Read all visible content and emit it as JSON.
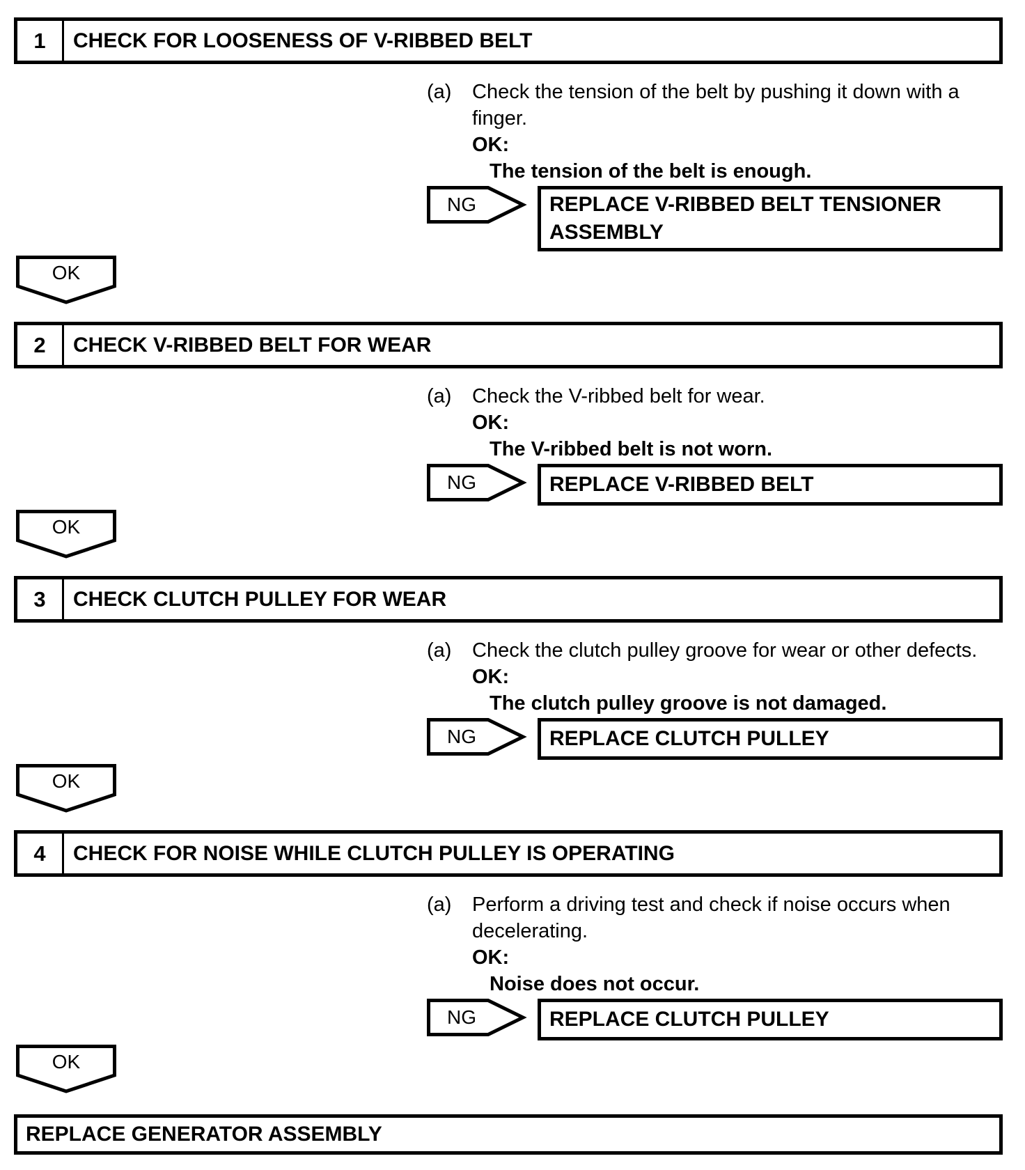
{
  "colors": {
    "ink": "#000000",
    "paper": "#ffffff"
  },
  "steps": [
    {
      "number": "1",
      "title": "CHECK FOR LOOSENESS OF V-RIBBED BELT",
      "item_label": "(a)",
      "instruction_lines": [
        "Check the tension of the belt by pushing it down with a",
        "finger."
      ],
      "ok_label": "OK:",
      "ok_condition": "The tension of the belt is enough.",
      "ng_label": "NG",
      "action_lines": [
        "REPLACE V-RIBBED BELT TENSIONER",
        "ASSEMBLY"
      ],
      "connector_label": "OK"
    },
    {
      "number": "2",
      "title": "CHECK V-RIBBED BELT FOR WEAR",
      "item_label": "(a)",
      "instruction_lines": [
        "Check the V-ribbed belt for wear."
      ],
      "ok_label": "OK:",
      "ok_condition": "The V-ribbed belt is not worn.",
      "ng_label": "NG",
      "action_lines": [
        "REPLACE V-RIBBED BELT"
      ],
      "connector_label": "OK"
    },
    {
      "number": "3",
      "title": "CHECK CLUTCH PULLEY FOR WEAR",
      "item_label": "(a)",
      "instruction_lines": [
        "Check the clutch pulley groove for wear or other defects."
      ],
      "ok_label": "OK:",
      "ok_condition": "The clutch pulley groove is not damaged.",
      "ng_label": "NG",
      "action_lines": [
        "REPLACE CLUTCH PULLEY"
      ],
      "connector_label": "OK"
    },
    {
      "number": "4",
      "title": "CHECK FOR NOISE WHILE CLUTCH PULLEY IS OPERATING",
      "item_label": "(a)",
      "instruction_lines": [
        "Perform a driving test and check if noise occurs when",
        "decelerating."
      ],
      "ok_label": "OK:",
      "ok_condition": "Noise does not occur.",
      "ng_label": "NG",
      "action_lines": [
        "REPLACE CLUTCH PULLEY"
      ],
      "connector_label": "OK"
    }
  ],
  "final_action": "REPLACE GENERATOR ASSEMBLY"
}
